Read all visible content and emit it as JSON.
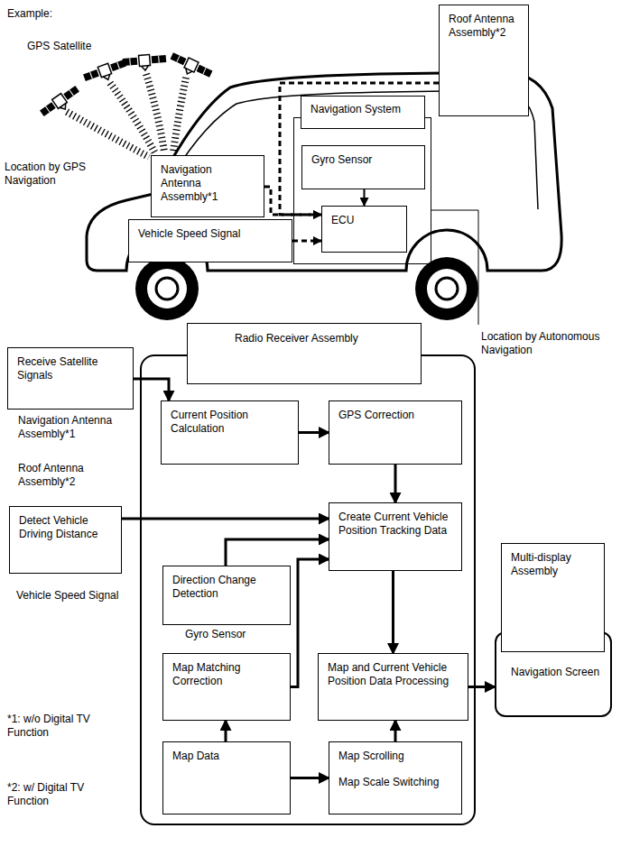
{
  "diagram": {
    "nodes": [
      {
        "text": [
          "Roof Antenna Assembly*2"
        ]
      },
      {
        "text": [
          "Navigation System"
        ]
      },
      {
        "text": [
          "Gyro Sensor"
        ],
        "in": 1
      },
      {
        "text": [
          "ECU"
        ],
        "in": 1
      },
      {
        "text": [
          "Navigation Antenna Assembly*1"
        ]
      },
      {
        "text": [
          "Vehicle Speed Signal"
        ]
      },
      {
        "text": [
          "Radio Receiver Assembly"
        ]
      },
      {
        "text": [
          "Receive Satellite Signals"
        ]
      },
      {
        "text": [
          "Current Position Calculation"
        ],
        "in": 6
      },
      {
        "text": [
          "GPS Correction"
        ],
        "in": 6
      },
      {
        "text": [
          "Create Current Vehicle Position Tracking Data"
        ],
        "in": 6
      },
      {
        "text": [
          "Detect Vehicle Driving Distance"
        ]
      },
      {
        "text": [
          "Multi-display Assembly"
        ]
      },
      {
        "text": [
          "Direction Change Detection"
        ],
        "in": 6
      },
      {
        "text": [
          "Map Matching Correction"
        ],
        "in": 6
      },
      {
        "text": [
          "Map and Current Vehicle Position Data Processing"
        ],
        "in": 6
      },
      {
        "text": [
          "Navigation Screen"
        ]
      },
      {
        "text": [
          "Map Data"
        ],
        "in": 6
      },
      {
        "text": [
          "Map Scrolling",
          "Map Scale Switching"
        ],
        "in": 6
      }
    ],
    "edges": [
      {
        "from": 2,
        "to": 3,
        "arrow": "to"
      },
      {
        "from": 4,
        "to": 3,
        "arrow": "to"
      },
      {
        "from": 0,
        "to": 3,
        "arrow": "to"
      },
      {
        "from": 5,
        "to": 3,
        "arrow": "to"
      },
      {
        "from": 7,
        "to": 8,
        "arrow": "to"
      },
      {
        "from": 8,
        "to": 9,
        "arrow": "to"
      },
      {
        "from": 9,
        "to": 10,
        "arrow": "to"
      },
      {
        "from": 11,
        "to": 10,
        "arrow": "to"
      },
      {
        "from": 13,
        "to": 10,
        "arrow": "to"
      },
      {
        "from": 14,
        "to": 10,
        "arrow": "to"
      },
      {
        "from": 10,
        "to": 15,
        "arrow": "to"
      },
      {
        "from": 17,
        "to": 14,
        "arrow": "to"
      },
      {
        "from": 17,
        "to": 18,
        "arrow": "to"
      },
      {
        "from": 18,
        "to": 15,
        "arrow": "to"
      },
      {
        "from": 15,
        "to": 16,
        "arrow": "to"
      }
    ],
    "labels": [
      "Example:",
      "GPS Satellite",
      "Location by GPS Navigation",
      "Location by Autonomous Navigation",
      "Navigation Antenna Assembly*1",
      "Roof Antenna Assembly*2",
      "Vehicle Speed Signal",
      "Gyro Sensor",
      "*1: w/o Digital TV Function",
      "*2: w/ Digital TV Function"
    ]
  }
}
